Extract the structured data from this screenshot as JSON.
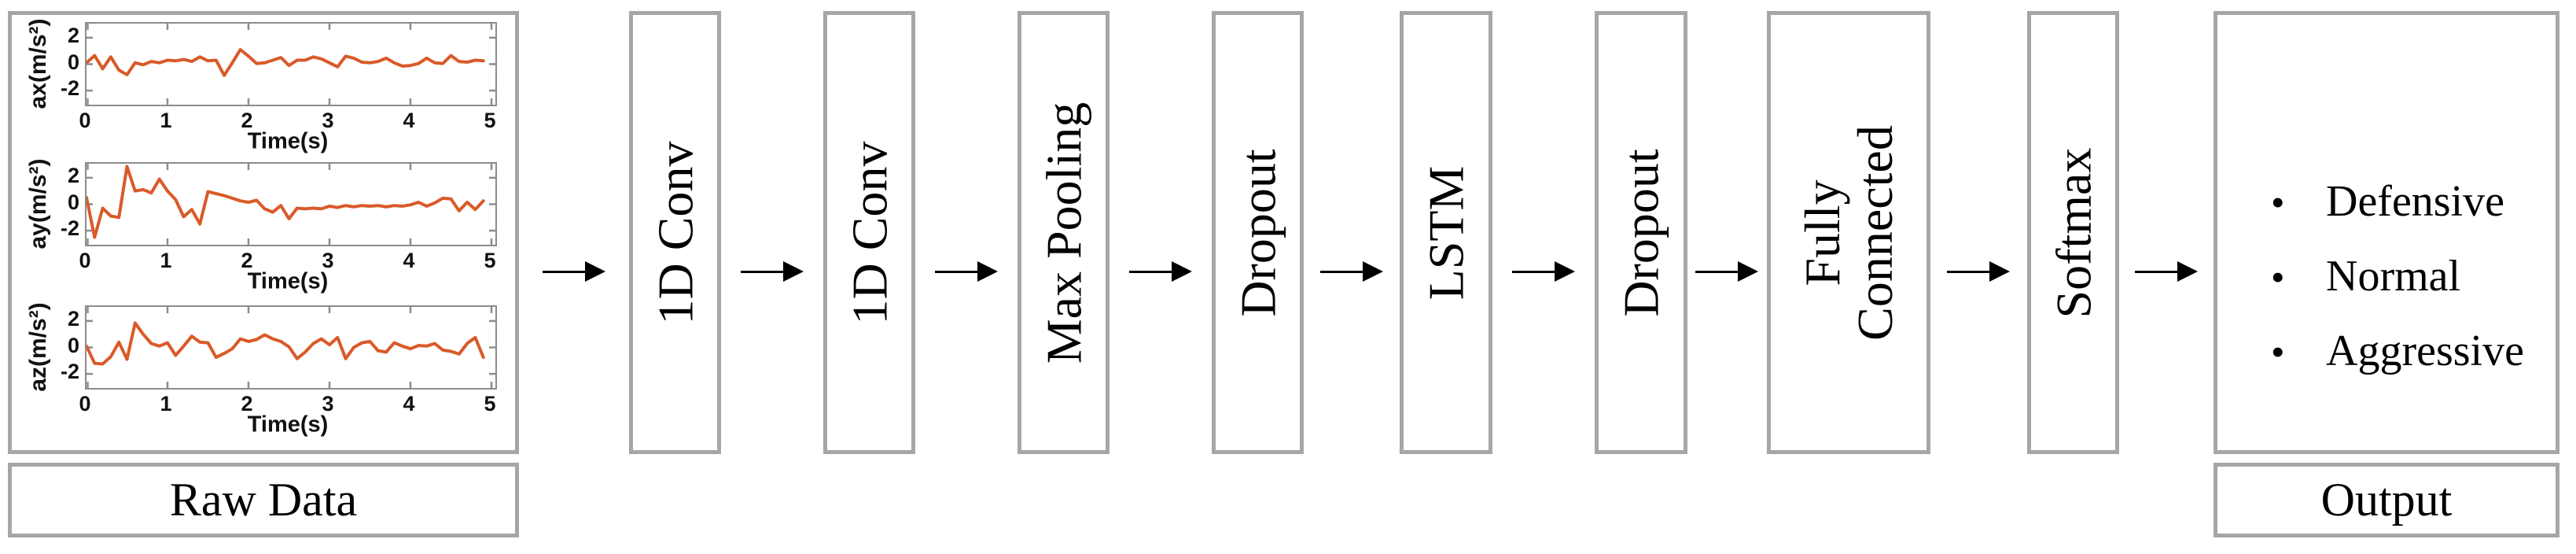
{
  "raw_data": {
    "label": "Raw Data"
  },
  "layers": [
    {
      "label": "1D Conv"
    },
    {
      "label": "1D Conv"
    },
    {
      "label": "Max Pooling"
    },
    {
      "label": "Dropout"
    },
    {
      "label": "LSTM"
    },
    {
      "label": "Dropout"
    },
    {
      "label": "Fully\nConnected"
    },
    {
      "label": "Softmax"
    }
  ],
  "output": {
    "label": "Output",
    "classes": [
      "Defensive",
      "Normal",
      "Aggressive"
    ]
  },
  "colors": {
    "series_line": "#d95a29",
    "box_border": "#a6a6a6",
    "axis_line": "#8c8c8c",
    "arrow": "#000000"
  },
  "chart_data": [
    {
      "type": "line",
      "ylabel": "ax(m/s²)",
      "xlabel": "Time(s)",
      "xticks": [
        0,
        1,
        2,
        3,
        4,
        5
      ],
      "yticks": [
        2,
        0,
        -2
      ],
      "xlim": [
        0,
        5.05
      ],
      "ylim": [
        -3,
        3
      ],
      "grid": false,
      "t0": 0,
      "dt": 0.1,
      "values": [
        0.1,
        0.65,
        -0.35,
        0.55,
        -0.45,
        -0.8,
        0.1,
        -0.05,
        0.2,
        0.1,
        0.3,
        0.25,
        0.35,
        0.2,
        0.55,
        0.25,
        0.3,
        -0.85,
        0.1,
        1.1,
        0.6,
        0.05,
        0.1,
        0.3,
        0.5,
        -0.1,
        0.3,
        0.3,
        0.55,
        0.4,
        0.1,
        -0.2,
        0.6,
        0.45,
        0.15,
        0.1,
        0.2,
        0.45,
        0.1,
        -0.15,
        -0.1,
        0.05,
        0.45,
        0.1,
        0.05,
        0.65,
        0.2,
        0.15,
        0.3,
        0.25
      ]
    },
    {
      "type": "line",
      "ylabel": "ay(m/s²)",
      "xlabel": "Time(s)",
      "xticks": [
        0,
        1,
        2,
        3,
        4,
        5
      ],
      "yticks": [
        2,
        0,
        -2
      ],
      "xlim": [
        0,
        5.05
      ],
      "ylim": [
        -3,
        3
      ],
      "grid": false,
      "t0": 0,
      "dt": 0.1,
      "values": [
        0.5,
        -2.5,
        -0.3,
        -0.9,
        -1.0,
        2.85,
        1.0,
        1.1,
        0.85,
        1.9,
        1.0,
        0.35,
        -0.95,
        -0.4,
        -1.5,
        0.95,
        0.8,
        0.65,
        0.45,
        0.25,
        0.15,
        0.3,
        -0.35,
        -0.6,
        -0.1,
        -1.1,
        -0.3,
        -0.35,
        -0.3,
        -0.35,
        -0.15,
        -0.25,
        -0.1,
        -0.2,
        -0.1,
        -0.15,
        -0.1,
        -0.2,
        -0.1,
        -0.15,
        -0.05,
        0.15,
        -0.15,
        0.1,
        0.45,
        0.4,
        -0.5,
        0.15,
        -0.4,
        0.25
      ]
    },
    {
      "type": "line",
      "ylabel": "az(m/s²)",
      "xlabel": "Time(s)",
      "xticks": [
        0,
        1,
        2,
        3,
        4,
        5
      ],
      "yticks": [
        2,
        0,
        -2
      ],
      "xlim": [
        0,
        5.05
      ],
      "ylim": [
        -3,
        3
      ],
      "grid": false,
      "t0": 0,
      "dt": 0.1,
      "values": [
        0.1,
        -1.2,
        -1.25,
        -0.7,
        0.4,
        -0.9,
        1.85,
        1.0,
        0.3,
        0.1,
        0.35,
        -0.6,
        0.1,
        0.85,
        0.4,
        0.35,
        -0.75,
        -0.45,
        -0.1,
        0.65,
        0.45,
        0.6,
        0.95,
        0.65,
        0.45,
        0.05,
        -0.85,
        -0.35,
        0.3,
        0.65,
        0.2,
        0.75,
        -0.85,
        0.0,
        0.35,
        0.45,
        -0.25,
        -0.35,
        0.35,
        0.1,
        -0.1,
        0.15,
        0.1,
        0.3,
        -0.2,
        -0.3,
        -0.5,
        0.3,
        0.75,
        -0.75
      ]
    }
  ]
}
